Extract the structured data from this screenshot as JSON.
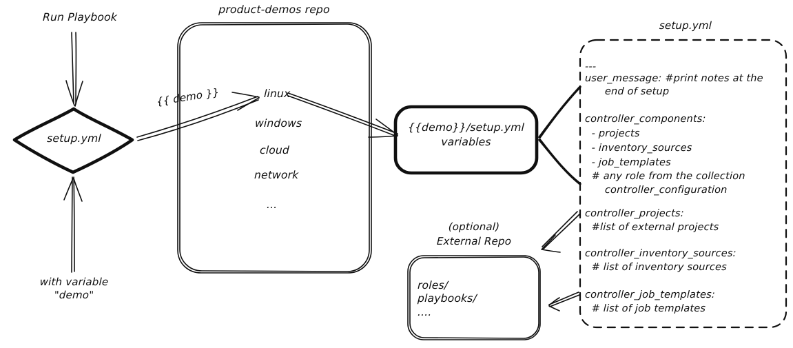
{
  "diagram": {
    "title": "product-demos repo setup.yml flow",
    "stroke_color": "#101010",
    "background": "#ffffff"
  },
  "left_flow": {
    "run_playbook_label": "Run Playbook",
    "decision_label": "setup.yml",
    "with_variable_line1": "with variable",
    "with_variable_line2": "\"demo\""
  },
  "repo_box": {
    "title": "product-demos repo",
    "edge_label": "{{ demo }}",
    "items": [
      "linux",
      "windows",
      "cloud",
      "network",
      "..."
    ]
  },
  "variables_box": {
    "line1": "{{demo}}/setup.yml",
    "line2": "variables"
  },
  "external_repo": {
    "title_line1": "(optional)",
    "title_line2": "External Repo",
    "items": [
      "roles/",
      "playbooks/",
      "...."
    ]
  },
  "setup_yml_panel": {
    "title": "setup.yml",
    "blocks": [
      {
        "name": "document-start",
        "lines": [
          "---"
        ]
      },
      {
        "name": "user-message",
        "lines": [
          "user_message: #print notes at the",
          "      end of setup"
        ]
      },
      {
        "name": "controller-components",
        "lines": [
          "controller_components:",
          "  - projects",
          "  - inventory_sources",
          "  - job_templates",
          "  # any role from the collection",
          "      controller_configuration"
        ]
      },
      {
        "name": "controller-projects",
        "lines": [
          "controller_projects:",
          "  #list of external projects"
        ]
      },
      {
        "name": "controller-inventory-sources",
        "lines": [
          "controller_inventory_sources:",
          "  # list of inventory sources"
        ]
      },
      {
        "name": "controller-job-templates",
        "lines": [
          "controller_job_templates:",
          "  # list of job templates"
        ]
      }
    ]
  }
}
